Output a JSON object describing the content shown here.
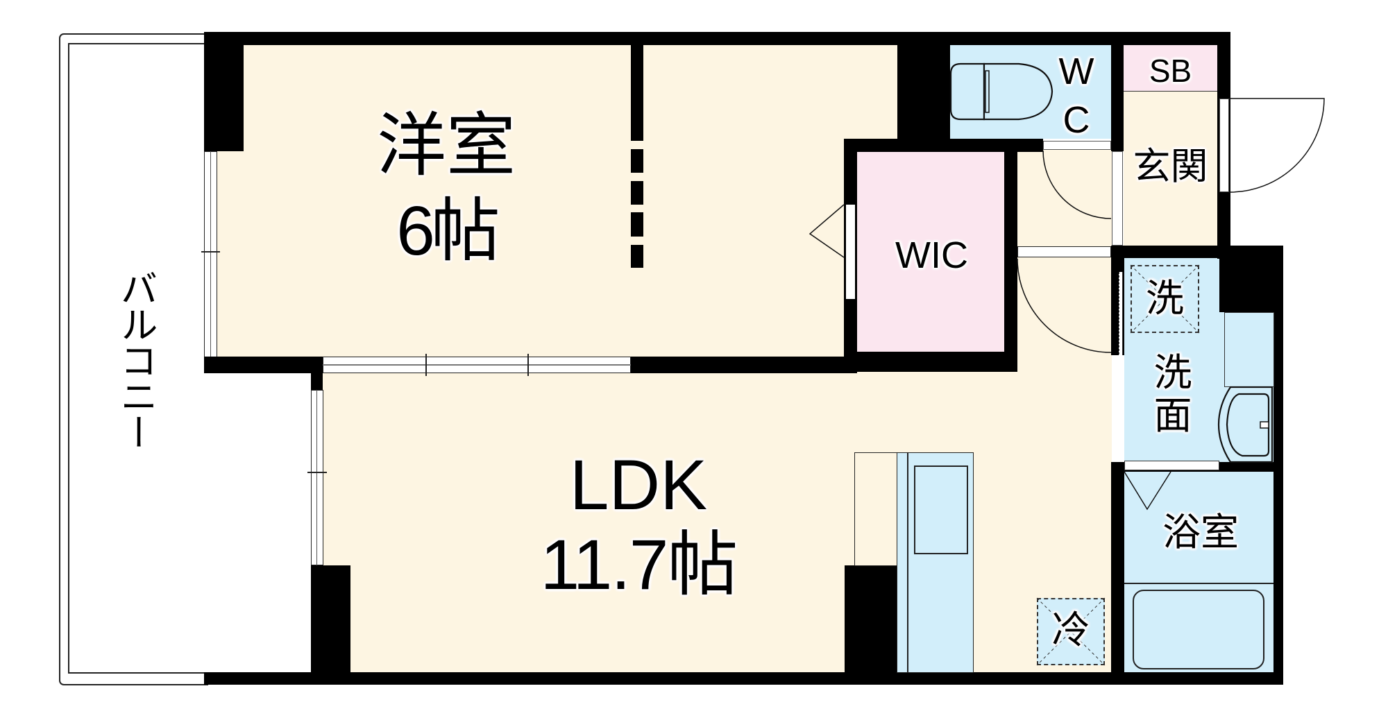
{
  "floorplan": {
    "rooms": {
      "western_room": {
        "name": "洋室",
        "size": "6帖"
      },
      "ldk": {
        "name": "LDK",
        "size": "11.7帖"
      },
      "wic": {
        "name": "WIC"
      },
      "wc": {
        "line1": "W",
        "line2": "C"
      },
      "shoe_box": {
        "name": "SB"
      },
      "entrance": {
        "name": "玄関"
      },
      "washroom": {
        "line1": "洗",
        "line2": "面"
      },
      "bathroom": {
        "name": "浴室"
      },
      "balcony": {
        "name": "バルコニー"
      }
    },
    "fixtures": {
      "washing_machine": "洗",
      "refrigerator": "冷"
    },
    "colors": {
      "floor": "#fdf5e2",
      "wet_area": "#d2eefa",
      "storage": "#fbe6ef",
      "wall": "#000000"
    }
  }
}
